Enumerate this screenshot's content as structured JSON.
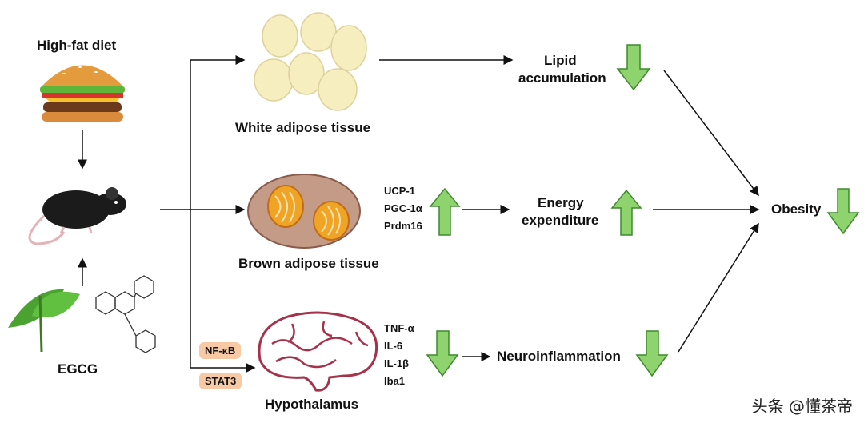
{
  "labels": {
    "high_fat_diet": "High-fat diet",
    "egcg": "EGCG",
    "white_adipose": "White adipose tissue",
    "brown_adipose": "Brown adipose tissue",
    "hypothalamus": "Hypothalamus",
    "lipid_accumulation_1": "Lipid",
    "lipid_accumulation_2": "accumulation",
    "energy_expenditure_1": "Energy",
    "energy_expenditure_2": "expenditure",
    "neuroinflammation": "Neuroinflammation",
    "obesity": "Obesity"
  },
  "brown_markers": [
    "UCP-1",
    "PGC-1α",
    "Prdm16"
  ],
  "inflammation_markers": [
    "TNF-α",
    "IL-6",
    "IL-1β",
    "Iba1"
  ],
  "pills": {
    "nfkb": "NF-κB",
    "stat3": "STAT3"
  },
  "colors": {
    "arrow_green": "#8fd36f",
    "arrow_outline": "#3f8a2e",
    "pill": "#f7c9a4",
    "fat": "#f7eec0",
    "brain": "#a6314a"
  },
  "watermark": "头条 @懂茶帝"
}
